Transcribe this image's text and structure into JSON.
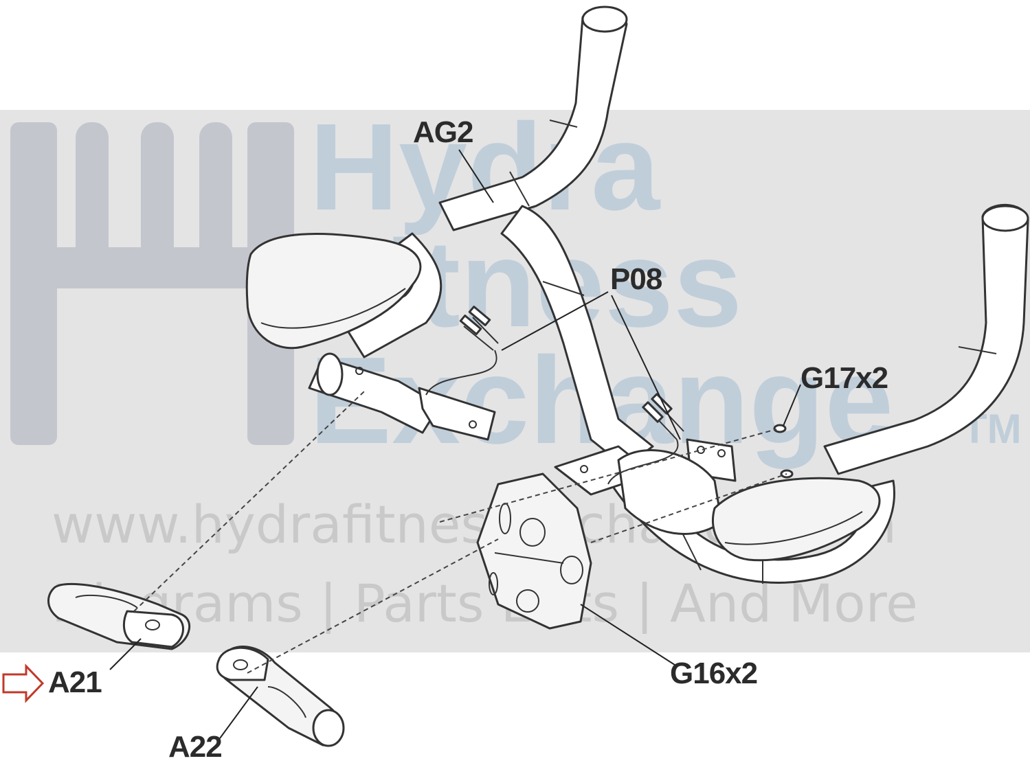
{
  "watermark": {
    "brand_line1": "Hydra",
    "brand_line2": "Fitness",
    "brand_line3": "Exchange",
    "trademark": "TM",
    "url": "www.hydrafitnessexchange.com",
    "tagline": "Diagrams | Parts Lists | And More"
  },
  "callouts": {
    "ag2": "AG2",
    "p08": "P08",
    "g17": "G17x2",
    "g16": "G16x2",
    "a21": "A21",
    "a22": "A22"
  },
  "colors": {
    "watermark_band": "#e4e4e4",
    "watermark_logo": "#8a8fa6",
    "watermark_brand": "#7fa6c8",
    "line_art": "#333333",
    "highlight_arrow": "#c0392b"
  },
  "icons": {
    "highlight": "arrow-right-outline-icon"
  }
}
